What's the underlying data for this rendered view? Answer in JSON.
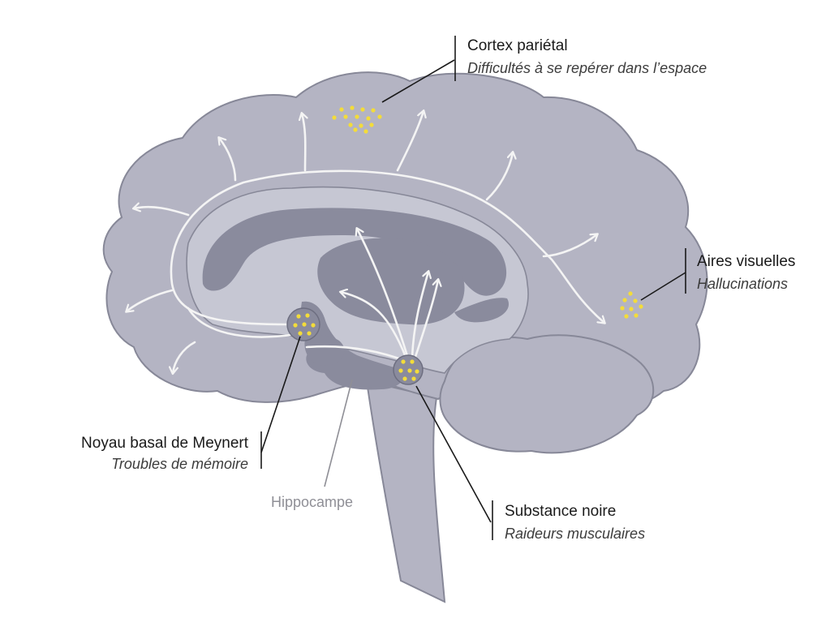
{
  "colors": {
    "cortex": "#b4b4c3",
    "cortex_stroke": "#878898",
    "inner_area": "#c6c7d3",
    "deep_structure": "#8a8b9d",
    "lesion_dot": "#f3dc3a",
    "arrow": "#f4f4f4",
    "label": "#1a1a1a",
    "label_muted": "#8f8f96"
  },
  "labels": {
    "parietal": {
      "title": "Cortex pariétal",
      "subtitle": "Difficultés à se repérer dans l’espace"
    },
    "visual": {
      "title": "Aires visuelles",
      "subtitle": "Hallucinations"
    },
    "meynert": {
      "title": "Noyau basal de Meynert",
      "subtitle": "Troubles de mémoire"
    },
    "substantia": {
      "title": "Substance noire",
      "subtitle": "Raideurs musculaires"
    },
    "hippocampus": {
      "title": "Hippocampe"
    }
  }
}
